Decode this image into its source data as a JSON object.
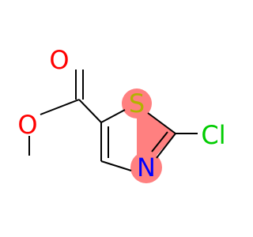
{
  "molecule": {
    "atoms": {
      "o_carbonyl": {
        "symbol": "O",
        "color": "#ff0000"
      },
      "o_ester": {
        "symbol": "O",
        "color": "#ff0000"
      },
      "s": {
        "symbol": "S",
        "color": "#b2b200",
        "highlight": "#ff8080"
      },
      "cl": {
        "symbol": "Cl",
        "color": "#00cc00"
      },
      "n": {
        "symbol": "N",
        "color": "#0000ff",
        "highlight": "#ff8080"
      }
    },
    "bond_color": "#000000",
    "background": "#ffffff"
  }
}
